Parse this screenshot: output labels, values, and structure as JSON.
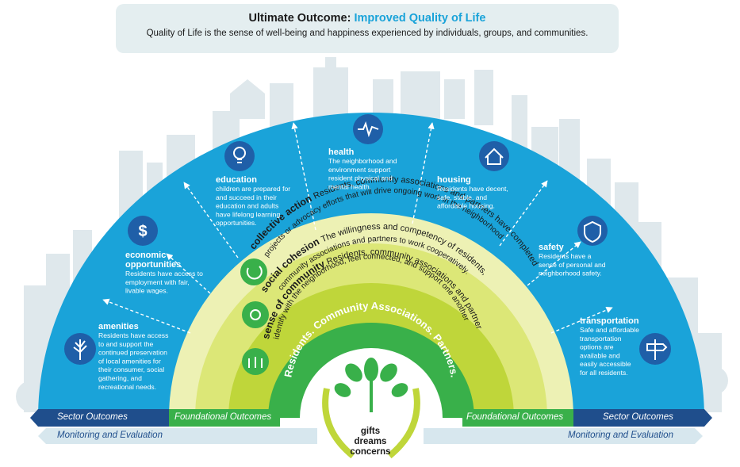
{
  "header": {
    "title_prefix": "Ultimate Outcome: ",
    "title_accent": "Improved Quality of Life",
    "subtitle": "Quality of Life is the sense of well-being and happiness experienced by individuals, groups, and communities."
  },
  "colors": {
    "sector_blue": "#1aa3d9",
    "light_yellow_band": "#edf1b4",
    "yellow_green_band": "#dce777",
    "lime_band": "#bfd63a",
    "green_band": "#39b04a",
    "navy_arrow": "#1f4e8c",
    "header_bg": "#e4eef0"
  },
  "sector_outcomes": [
    {
      "id": "amenities",
      "title": "amenities",
      "icon": "tree-icon",
      "lines": [
        "Residents have access",
        "to and support the",
        "continued preservation",
        "of local amenities for",
        "their consumer, social",
        "gathering, and",
        "recreational needs."
      ]
    },
    {
      "id": "economic",
      "title_lines": [
        "economic",
        "opportunities"
      ],
      "icon": "dollar-icon",
      "lines": [
        "Residents have access to",
        "employment with fair,",
        "livable wages."
      ]
    },
    {
      "id": "education",
      "title": "education",
      "icon": "lightbulb-icon",
      "lines": [
        "children are prepared for",
        "and succeed in their",
        "education and adults",
        "have lifelong learning",
        "opportunities."
      ]
    },
    {
      "id": "health",
      "title": "health",
      "icon": "heartbeat-icon",
      "lines": [
        "The neighborhood and",
        "environment support",
        "resident physical and",
        "mental health."
      ]
    },
    {
      "id": "housing",
      "title": "housing",
      "icon": "house-icon",
      "lines": [
        "Residents have decent,",
        "safe, stable, and",
        "affordable housing."
      ]
    },
    {
      "id": "safety",
      "title": "safety",
      "icon": "shield-hands-icon",
      "lines": [
        "Residents have a",
        "sense of personal and",
        "neighborhood safety."
      ]
    },
    {
      "id": "transportation",
      "title": "transportation",
      "icon": "signpost-icon",
      "lines": [
        "Safe and affordable",
        "transportation",
        "options are",
        "available and",
        "easily accessible",
        "for all residents."
      ]
    }
  ],
  "foundational_outcomes": [
    {
      "id": "collective",
      "title": "collective action",
      "icon": "circular-arrow-icon",
      "line1": "Residents, community associations and partners have completed",
      "line2": "projects or advocacy efforts that will drive ongoing work in the neighborhood"
    },
    {
      "id": "cohesion",
      "title": "social cohesion",
      "icon": "network-icon",
      "line1": "The willingness and competency of residents,",
      "line2": "community associations and partners to work cooperatively."
    },
    {
      "id": "community",
      "title": "sense of community",
      "icon": "people-icon",
      "line1": "Residents, community associations and partners",
      "line2": "identify with the neighborhood, feel connected, and support one another"
    }
  ],
  "inner_arc_text": "Residents. Community Associations. Partners.",
  "core_words": [
    "gifts",
    "dreams",
    "concerns"
  ],
  "bottom_labels": {
    "sector_left": "Sector Outcomes",
    "foundational_left": "Foundational Outcomes",
    "foundational_right": "Foundational Outcomes",
    "sector_right": "Sector Outcomes",
    "monitoring_left": "Monitoring and Evaluation",
    "monitoring_right": "Monitoring and Evaluation"
  }
}
